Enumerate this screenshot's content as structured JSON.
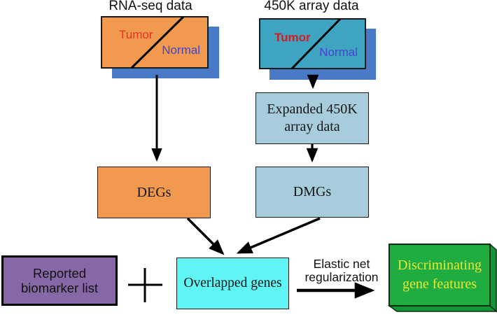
{
  "colors": {
    "orange": "#F0994F",
    "shadow_blue": "#4A79C5",
    "teal": "#3FA3C2",
    "light_blue": "#A7CDDC",
    "cyan": "#60F4F4",
    "purple": "#8768A6",
    "green_front": "#1FAC41",
    "green_side": "#109736",
    "yellow_text": "#E9E933",
    "tumor_red_rnaseq": "#E8312C",
    "tumor_red_450k": "#CE1F1F",
    "normal_blue": "#4444CC",
    "arrow_black": "#000000"
  },
  "header": {
    "rnaseq_title": "RNA-seq data",
    "array450k_title": "450K array data"
  },
  "rnaseq_group": {
    "tumor": "Tumor",
    "normal": "Normal"
  },
  "array450k_group": {
    "tumor": "Tumor",
    "normal": "Normal"
  },
  "boxes": {
    "expanded": {
      "line1": "Expanded 450K",
      "line2": "array data"
    },
    "degs": {
      "label": "DEGs"
    },
    "dmgs": {
      "label": "DMGs"
    },
    "reported": {
      "line1": "Reported",
      "line2": "biomarker list"
    },
    "overlapped": {
      "label": "Overlapped genes"
    },
    "discriminating": {
      "line1": "Discriminating",
      "line2": "gene features"
    }
  },
  "labels": {
    "elastic_line1": "Elastic net",
    "elastic_line2": "regularization"
  },
  "icons": {
    "plus_icon": "+"
  }
}
